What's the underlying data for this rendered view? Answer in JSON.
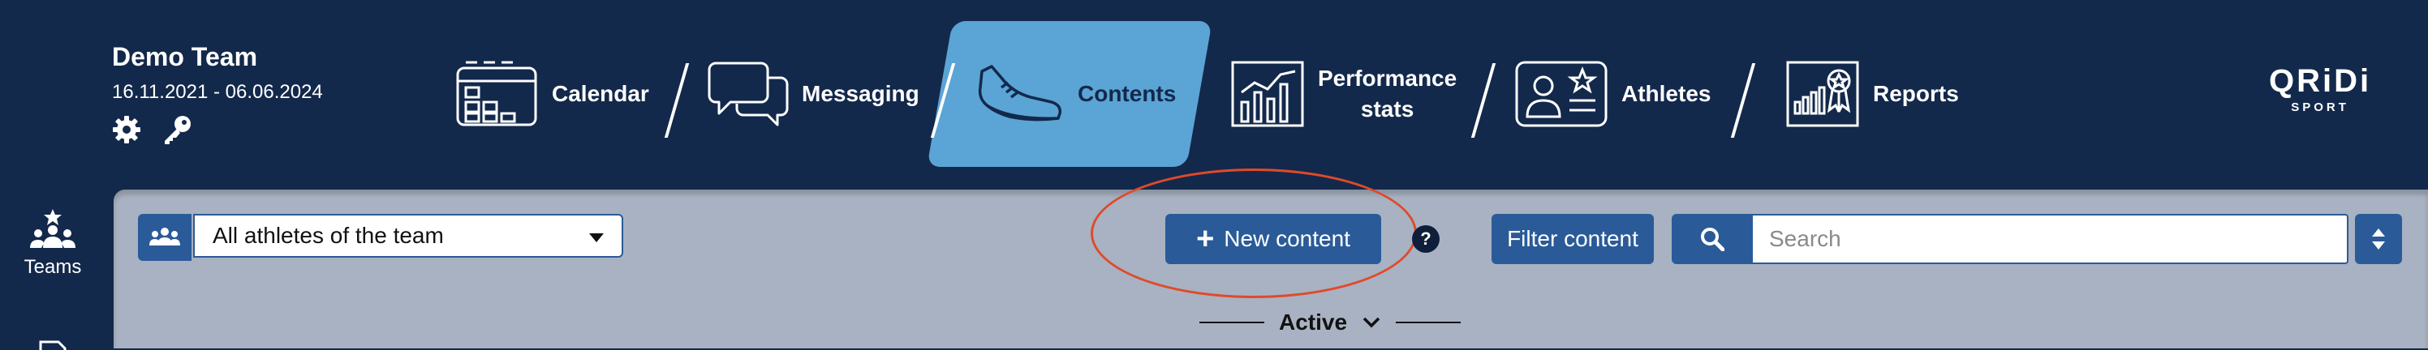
{
  "team": {
    "name": "Demo Team",
    "dates": "16.11.2021 - 06.06.2024",
    "tools": [
      "gear-icon",
      "key-icon"
    ]
  },
  "nav": {
    "active": "contents",
    "items": [
      {
        "id": "calendar",
        "label": "Calendar",
        "icon": "calendar-icon"
      },
      {
        "id": "messaging",
        "label": "Messaging",
        "icon": "chat-bubbles-icon"
      },
      {
        "id": "contents",
        "label": "Contents",
        "icon": "shoe-icon"
      },
      {
        "id": "performance",
        "label_line1": "Performance",
        "label_line2": "stats",
        "icon": "bar-chart-icon"
      },
      {
        "id": "athletes",
        "label": "Athletes",
        "icon": "athlete-card-icon"
      },
      {
        "id": "reports",
        "label": "Reports",
        "icon": "award-report-icon"
      }
    ]
  },
  "logo": {
    "main": "QRiDi",
    "sub": "SPORT"
  },
  "sidebar": {
    "items": [
      {
        "label": "Teams",
        "icon": "teams-icon"
      }
    ]
  },
  "toolbar": {
    "athlete_select_value": "All athletes of the team",
    "new_content_label": "New content",
    "help_label": "?",
    "filter_label": "Filter content",
    "search_placeholder": "Search"
  },
  "list_filter": {
    "label": "Active"
  },
  "colors": {
    "navy": "#13294b",
    "active_tab": "#5ba4d6",
    "button": "#2a5b98",
    "content_bg": "#a8b2c2",
    "highlight": "#e04a2a"
  }
}
